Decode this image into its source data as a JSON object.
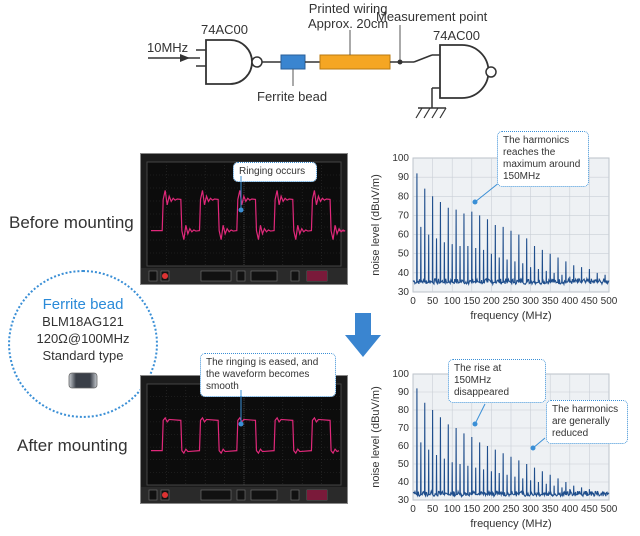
{
  "circuit": {
    "input_label": "10MHz",
    "gate1_label": "74AC00",
    "gate2_label": "74AC00",
    "wiring_line1": "Printed wiring",
    "wiring_line2": "Approx. 20cm",
    "measurement_label": "Measurement point",
    "ferrite_label": "Ferrite bead"
  },
  "rows": {
    "before_label": "Before mounting",
    "after_label": "After mounting"
  },
  "ferrite_info": {
    "title": "Ferrite bead",
    "part": "BLM18AG121",
    "spec": "120Ω@100MHz",
    "type": "Standard type"
  },
  "callouts": {
    "ringing_occurs": "Ringing occurs",
    "ringing_eased": "The ringing is eased, and the waveform becomes smooth",
    "harmonics_max": "The harmonics reaches the maximum around 150MHz",
    "rise_disappeared": "The rise at 150MHz disappeared",
    "harmonics_reduced": "The harmonics are generally reduced"
  },
  "colors": {
    "accent": "#3a8fd6",
    "gate_bead_fill": "#3a85d0",
    "wiring_fill": "#f5a623",
    "waveform": "#e0287a",
    "spectrum_line": "#1f4e8c",
    "plot_bg": "#eef1f4",
    "arrow": "#3a85d0"
  },
  "chart_data": [
    {
      "type": "line",
      "title": "",
      "xlabel": "frequency (MHz)",
      "ylabel": "noise level (dBuV/m)",
      "xlim": [
        0,
        500
      ],
      "ylim": [
        30,
        100
      ],
      "xticks": [
        0,
        50,
        100,
        150,
        200,
        250,
        300,
        350,
        400,
        450,
        500
      ],
      "yticks": [
        30,
        40,
        50,
        60,
        70,
        80,
        90,
        100
      ],
      "grid": true,
      "series": [
        {
          "harmonics_x": [
            10,
            30,
            50,
            70,
            90,
            110,
            130,
            150,
            170,
            190,
            210,
            230,
            250,
            270,
            290,
            310,
            330,
            350,
            370,
            390,
            410,
            430,
            450,
            470,
            490
          ],
          "harmonics_y": [
            92,
            84,
            80,
            77,
            74,
            73,
            71,
            72,
            70,
            68,
            65,
            64,
            62,
            60,
            58,
            54,
            52,
            50,
            48,
            46,
            44,
            43,
            42,
            40,
            39
          ],
          "even_harmonics_y": [
            64,
            60,
            58,
            56,
            55,
            54,
            54,
            53,
            52,
            50,
            48,
            47,
            46,
            45,
            43,
            42,
            41,
            40,
            39,
            38,
            37,
            36,
            36,
            35,
            35
          ],
          "floor": 34
        }
      ]
    },
    {
      "type": "line",
      "title": "",
      "xlabel": "frequency (MHz)",
      "ylabel": "noise level (dBuV/m)",
      "xlim": [
        0,
        500
      ],
      "ylim": [
        30,
        100
      ],
      "xticks": [
        0,
        50,
        100,
        150,
        200,
        250,
        300,
        350,
        400,
        450,
        500
      ],
      "yticks": [
        30,
        40,
        50,
        60,
        70,
        80,
        90,
        100
      ],
      "grid": true,
      "series": [
        {
          "harmonics_x": [
            10,
            30,
            50,
            70,
            90,
            110,
            130,
            150,
            170,
            190,
            210,
            230,
            250,
            270,
            290,
            310,
            330,
            350,
            370,
            390,
            410,
            430,
            450,
            470,
            490
          ],
          "harmonics_y": [
            92,
            84,
            80,
            76,
            72,
            70,
            67,
            65,
            62,
            60,
            58,
            56,
            54,
            52,
            50,
            48,
            46,
            44,
            42,
            40,
            38,
            37,
            36,
            35,
            34
          ],
          "even_harmonics_y": [
            62,
            58,
            55,
            53,
            51,
            50,
            49,
            48,
            47,
            46,
            45,
            44,
            43,
            42,
            41,
            40,
            39,
            38,
            37,
            36,
            35,
            35,
            34,
            34,
            33
          ],
          "floor": 32
        }
      ]
    }
  ]
}
